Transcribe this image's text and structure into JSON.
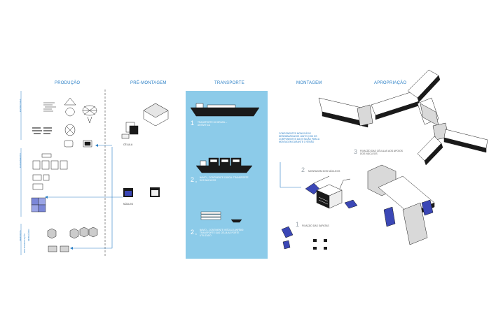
{
  "headers": {
    "producao": "PRODUÇÃO",
    "pre_montagem": "PRÉ-MONTAGEM",
    "transporte": "TRANSPORTE",
    "montagem": "MONTAGEM",
    "apropriacao": "APROPRIAÇÃO"
  },
  "side_labels": {
    "estrutura": "ESTRUTURA",
    "fechamento": "FECHAMENTO",
    "servicos": "SERVIÇOS",
    "mobiliario": "MOBILIÁRIO",
    "instrumentacao": "INSTRUMENTAÇÃO"
  },
  "pre_montagem": {
    "celula": "CÉLULA",
    "nucleo": "NÚCLEO"
  },
  "transporte": {
    "step1": {
      "num": "1",
      "text": "TRANSPORTE DO BRASIL – ANTÁRTICA"
    },
    "step2a": {
      "num": "2",
      "sub": "a",
      "text": "NAVIO – CONTINENTE CARGA: TRANSPORTE DOS NÚCLEOS"
    },
    "step2b": {
      "num": "2",
      "sub": "b",
      "text": "NAVIO – CONTINENTE VEÍCULO ANFÍBIO: TRANSPORTE DAS CÉLULAS PORTE UTILIZADO"
    }
  },
  "montagem": {
    "note": "COMPONENTES MONOCÁCIO DESEMBARCADOS JUNTO COM OS COMPONENTES DA ESTAÇÃO PARA A MONTAGEM DURANTE O VERÃO",
    "step2": {
      "num": "2",
      "text": "MONTAGEM DOS NÚCLEOS"
    },
    "step1": {
      "num": "1",
      "text": "FIXAÇÃO DAS SAPATAS"
    }
  },
  "apropriacao": {
    "step3": {
      "num": "3",
      "text": "FIXAÇÃO DAS CÉLULAS AOS APOIOS DOS NÚCLEOS"
    }
  },
  "colors": {
    "accent": "#2a7fc6",
    "panel": "#8ccbe9",
    "ink": "#1a1a1a"
  }
}
